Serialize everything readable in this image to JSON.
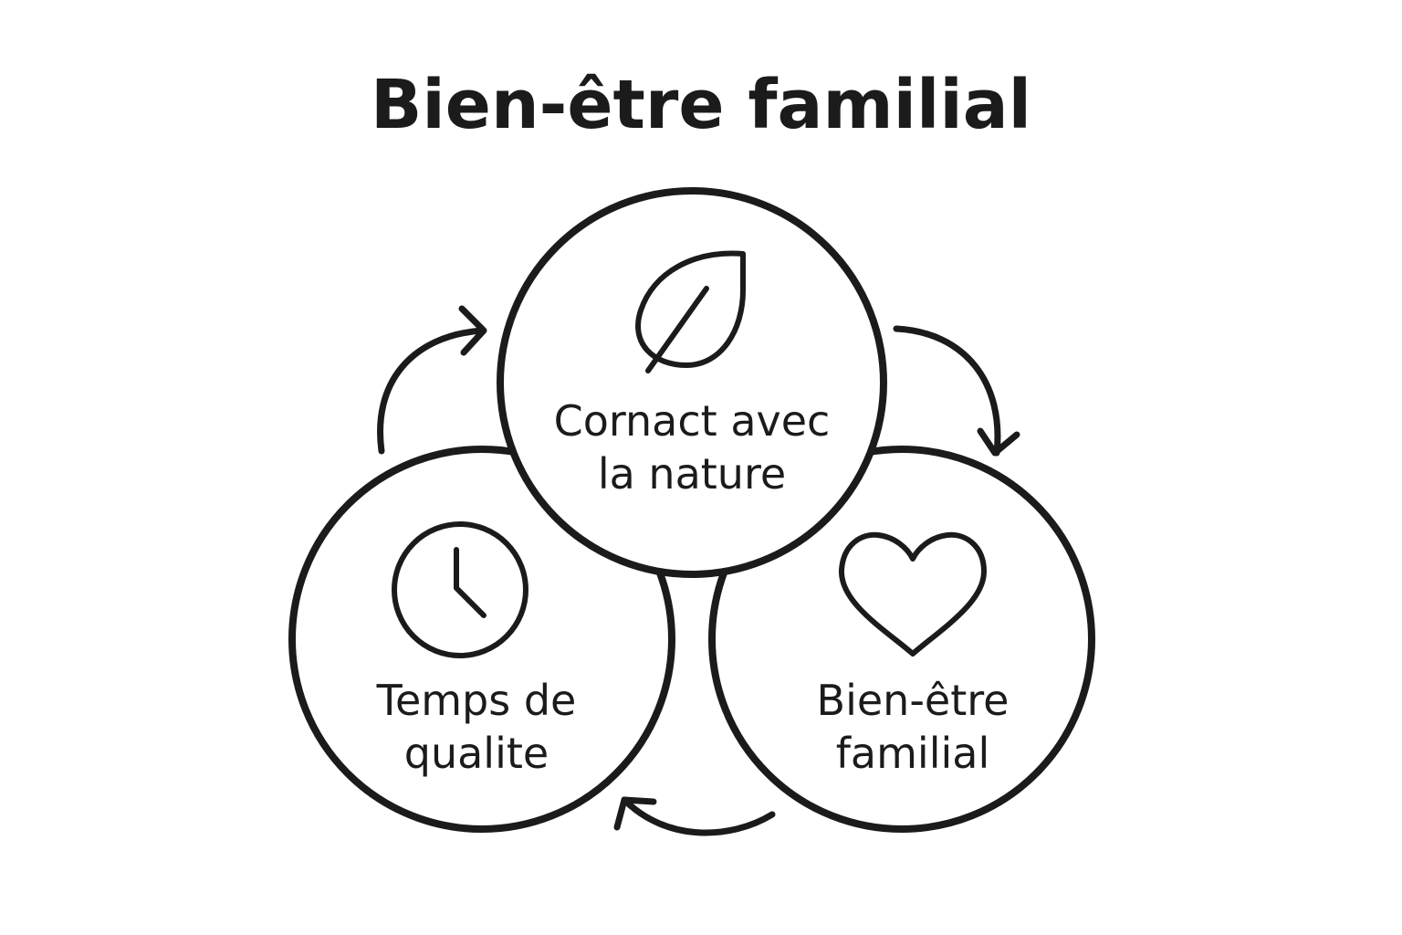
{
  "title": "Bien-être familial",
  "nodes": [
    {
      "id": "nature",
      "label_line1": "Cornact avec",
      "label_line2": "la nature",
      "icon": "leaf-icon"
    },
    {
      "id": "quality-time",
      "label_line1": "Temps de",
      "label_line2": "qualite",
      "icon": "clock-icon"
    },
    {
      "id": "wellbeing",
      "label_line1": "Bien-être",
      "label_line2": "familial",
      "icon": "heart-icon"
    }
  ],
  "colors": {
    "stroke": "#1b1b1b",
    "background": "#ffffff"
  }
}
